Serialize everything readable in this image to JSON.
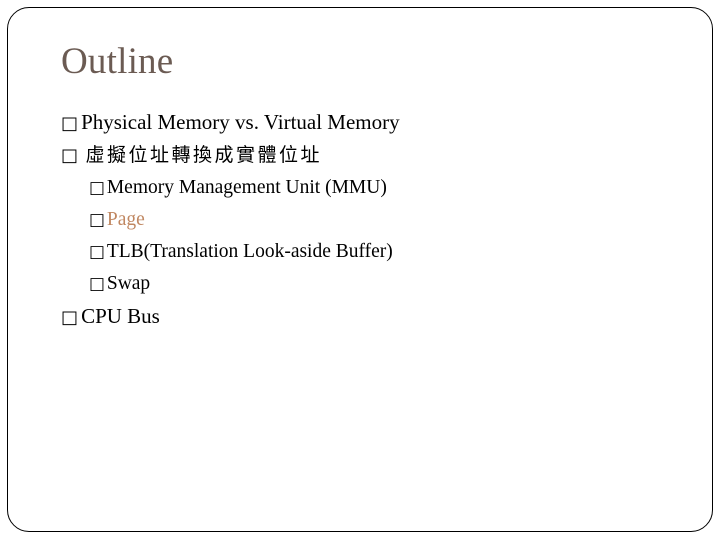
{
  "slide": {
    "title": "Outline",
    "title_color": "#6b5b53",
    "background_color": "#ffffff",
    "border_color": "#000000",
    "accent_color": "#c08761",
    "bullet_glyph": "□",
    "items": [
      {
        "level": 1,
        "text": "Physical Memory vs. Virtual Memory",
        "color": "#000000",
        "script": "latin"
      },
      {
        "level": 1,
        "text": "虛擬位址轉換成實體位址",
        "color": "#000000",
        "script": "cjk"
      },
      {
        "level": 2,
        "text": "Memory Management Unit (MMU)",
        "color": "#000000",
        "script": "latin"
      },
      {
        "level": 2,
        "text": "Page",
        "color": "#c08761",
        "script": "latin"
      },
      {
        "level": 2,
        "text": "TLB(Translation Look-aside Buffer)",
        "color": "#000000",
        "script": "latin"
      },
      {
        "level": 2,
        "text": "Swap",
        "color": "#000000",
        "script": "latin"
      },
      {
        "level": 1,
        "text": "CPU Bus",
        "color": "#000000",
        "script": "latin"
      }
    ]
  }
}
